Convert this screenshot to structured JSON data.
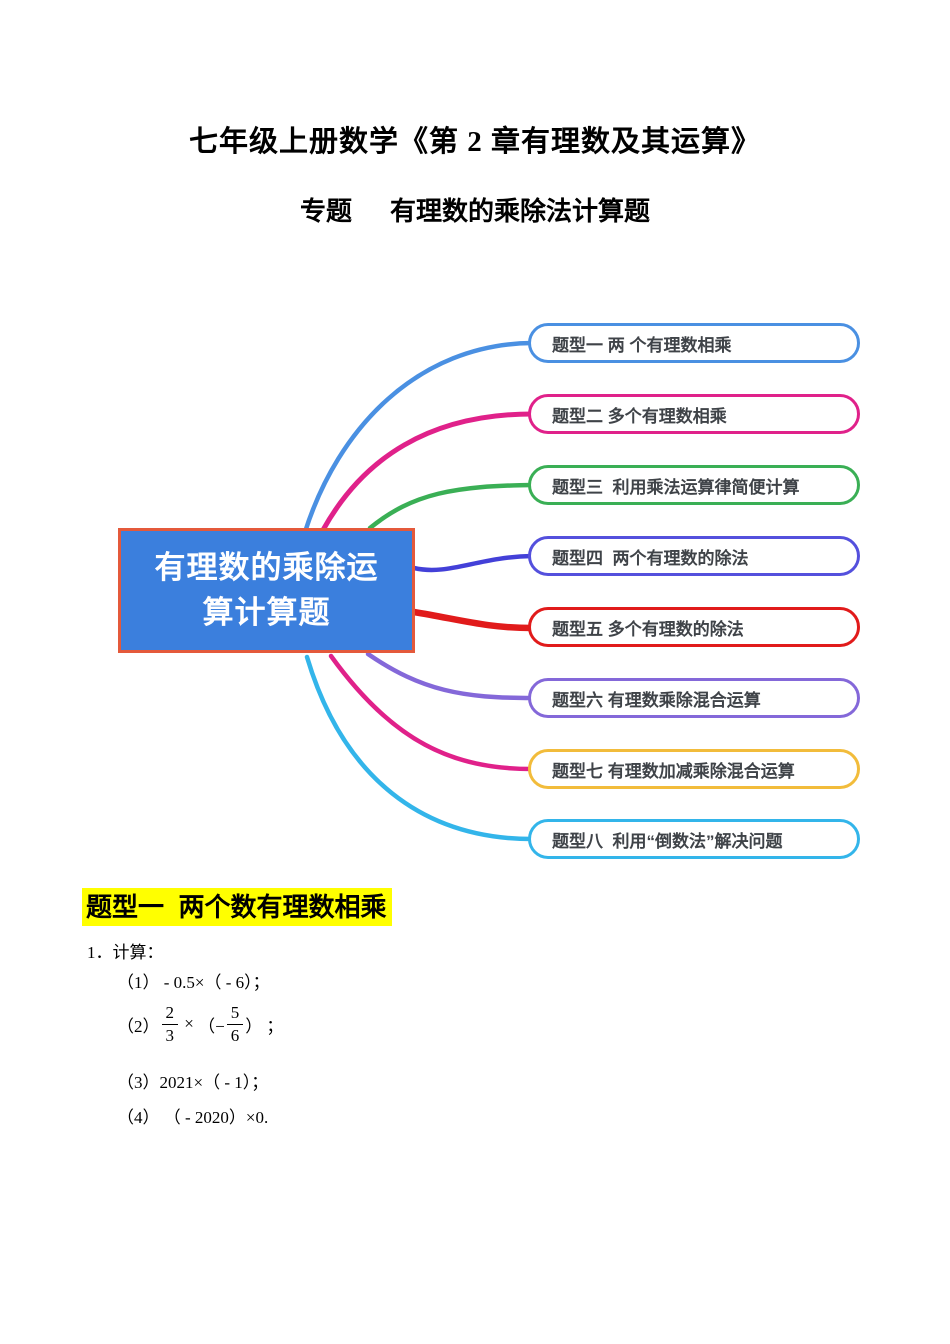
{
  "page": {
    "title": "七年级上册数学《第 2 章有理数及其运算》",
    "subtitle_prefix": "专题",
    "subtitle_main": "有理数的乘除法计算题"
  },
  "mindmap": {
    "central": {
      "line1": "有理数的乘除运",
      "line2": "算计算题",
      "fill": "#3b7fdd",
      "border": "#e4593b",
      "text_color": "#ffffff"
    },
    "label_color": "#3f4348",
    "nodes": [
      {
        "label": "题型一 两 个有理数相乘",
        "border_color": "#4a90e2",
        "connector_color": "#4a90e2"
      },
      {
        "label": "题型二 多个有理数相乘",
        "border_color": "#e0218a",
        "connector_color": "#e0218a"
      },
      {
        "label": "题型三  利用乘法运算律简便计算",
        "border_color": "#3aaf55",
        "connector_color": "#3aaf55"
      },
      {
        "label": "题型四  两个有理数的除法",
        "border_color": "#5450dd",
        "connector_color": "#4340d8"
      },
      {
        "label": "题型五 多个有理数的除法",
        "border_color": "#e11b1b",
        "connector_color": "#e11b1b"
      },
      {
        "label": "题型六 有理数乘除混合运算",
        "border_color": "#8468d9",
        "connector_color": "#8468d9"
      },
      {
        "label": "题型七 有理数加减乘除混合运算",
        "border_color": "#f2bc3b",
        "connector_color": "#e0218a"
      },
      {
        "label": "题型八  利用“倒数法”解决问题",
        "border_color": "#33b5ea",
        "connector_color": "#33b5ea"
      }
    ]
  },
  "section": {
    "heading": "题型一  两个数有理数相乘",
    "highlight_color": "#ffff00"
  },
  "problem": {
    "number_label": "1．计算：",
    "parts": {
      "p1": {
        "prefix": "（1）",
        "expr": " - 0.5×（ - 6）；"
      },
      "p2": {
        "prefix": "（2）",
        "frac1_num": "2",
        "frac1_den": "3",
        "times": " × ",
        "open": "（−",
        "frac2_num": "5",
        "frac2_den": "6",
        "close": "） ；"
      },
      "p3": {
        "prefix": "（3）",
        "expr": "2021×（ - 1）；"
      },
      "p4": {
        "prefix": "（4）",
        "expr": " （ - 2020）×0."
      }
    }
  }
}
